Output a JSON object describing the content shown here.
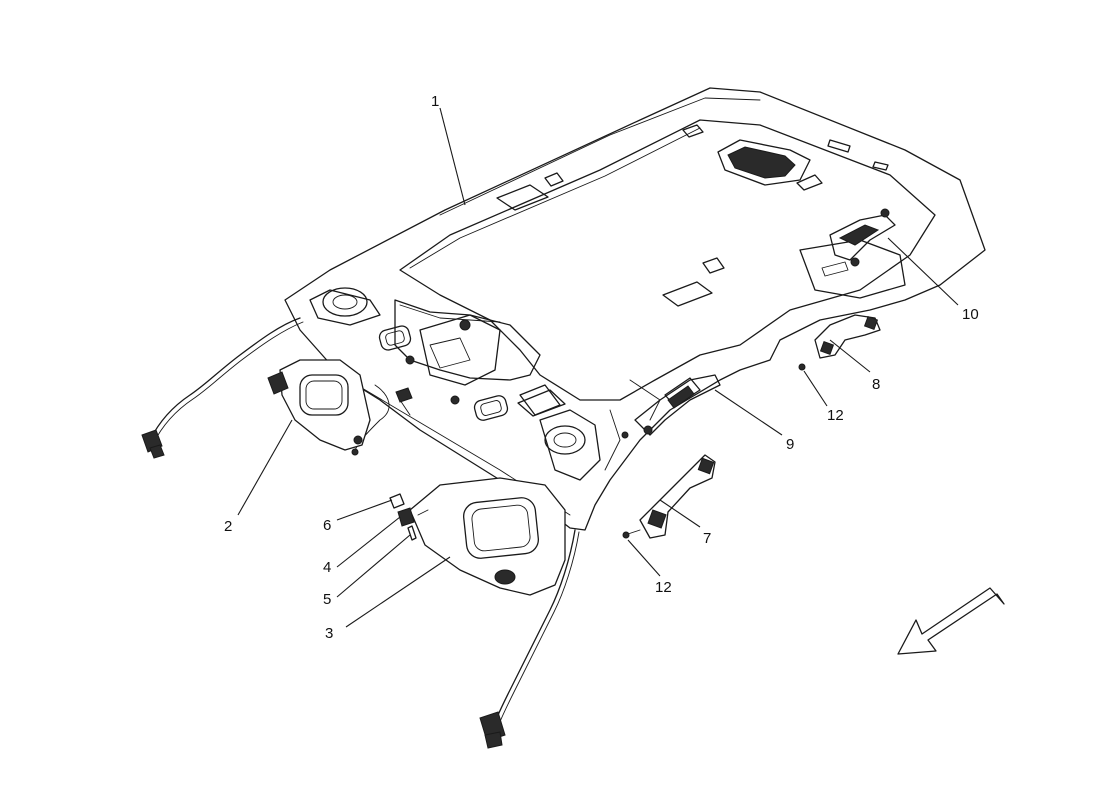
{
  "callouts": [
    {
      "id": "1",
      "text": "1"
    },
    {
      "id": "2",
      "text": "2"
    },
    {
      "id": "3",
      "text": "3"
    },
    {
      "id": "4",
      "text": "4"
    },
    {
      "id": "5",
      "text": "5"
    },
    {
      "id": "6",
      "text": "6"
    },
    {
      "id": "7",
      "text": "7"
    },
    {
      "id": "8",
      "text": "8"
    },
    {
      "id": "9",
      "text": "9"
    },
    {
      "id": "10",
      "text": "10"
    },
    {
      "id": "12a",
      "text": "12"
    },
    {
      "id": "12b",
      "text": "12"
    }
  ]
}
